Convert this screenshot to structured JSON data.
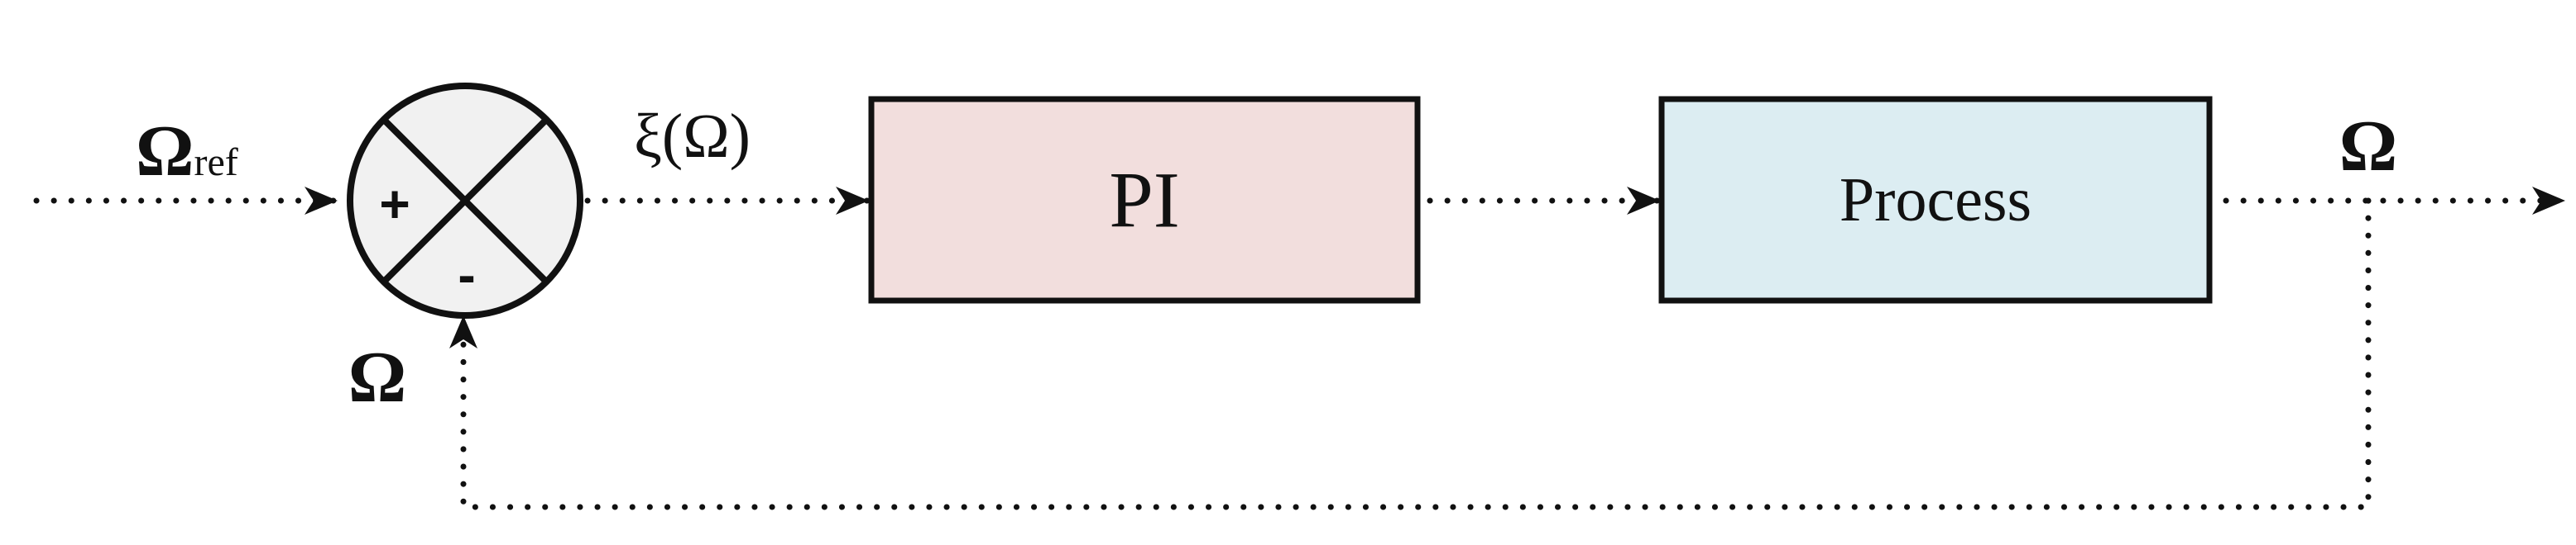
{
  "signals": {
    "reference_symbol": "Ω",
    "reference_subscript": "ref",
    "error_label": "ξ(Ω)",
    "output_label": "Ω",
    "feedback_label": "Ω"
  },
  "summing_junction": {
    "plus_sign": "+",
    "minus_sign": "-"
  },
  "blocks": {
    "controller": {
      "label": "PI",
      "fill": "#f2dedd"
    },
    "plant": {
      "label": "Process",
      "fill": "#dcedf2"
    }
  },
  "colors": {
    "stroke": "#111111",
    "junction_fill": "#f1f1f1"
  }
}
